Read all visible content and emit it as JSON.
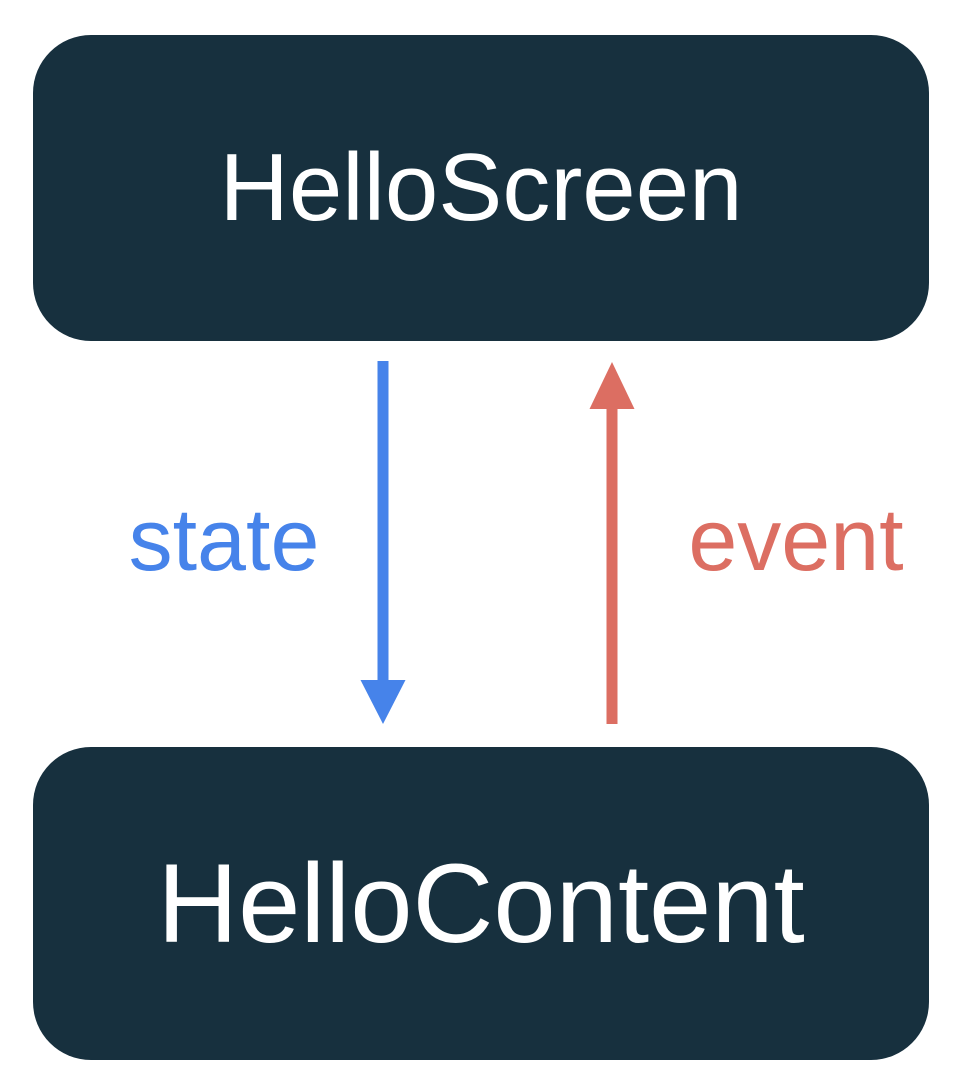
{
  "nodes": {
    "screen": {
      "label": "HelloScreen",
      "bg": "#17303E",
      "text_color": "#FFFFFF"
    },
    "content": {
      "label": "HelloContent",
      "bg": "#17303E",
      "text_color": "#FFFFFF"
    }
  },
  "arrows": {
    "state": {
      "label": "state",
      "color": "#4683EA",
      "direction": "down"
    },
    "event": {
      "label": "event",
      "color": "#DC6E62",
      "direction": "up"
    }
  }
}
